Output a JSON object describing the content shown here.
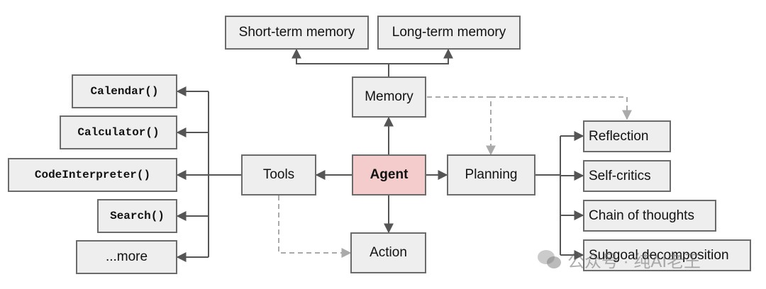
{
  "nodes": {
    "short_term_memory": "Short-term memory",
    "long_term_memory": "Long-term memory",
    "memory": "Memory",
    "agent": "Agent",
    "tools": "Tools",
    "planning": "Planning",
    "action": "Action",
    "calendar": "Calendar()",
    "calculator": "Calculator()",
    "code_interpreter": "CodeInterpreter()",
    "search": "Search()",
    "more": "...more",
    "reflection": "Reflection",
    "self_critics": "Self-critics",
    "chain_of_thoughts": "Chain of thoughts",
    "subgoal_decomposition": "Subgoal decomposition"
  },
  "colors": {
    "node_fill": "#eeeeee",
    "node_border": "#6b6b6b",
    "agent_fill": "#f4cccc",
    "solid_arrow": "#555555",
    "dashed_arrow": "#aaaaaa"
  },
  "watermark": {
    "text": "公众号 · 纯AI老王"
  }
}
